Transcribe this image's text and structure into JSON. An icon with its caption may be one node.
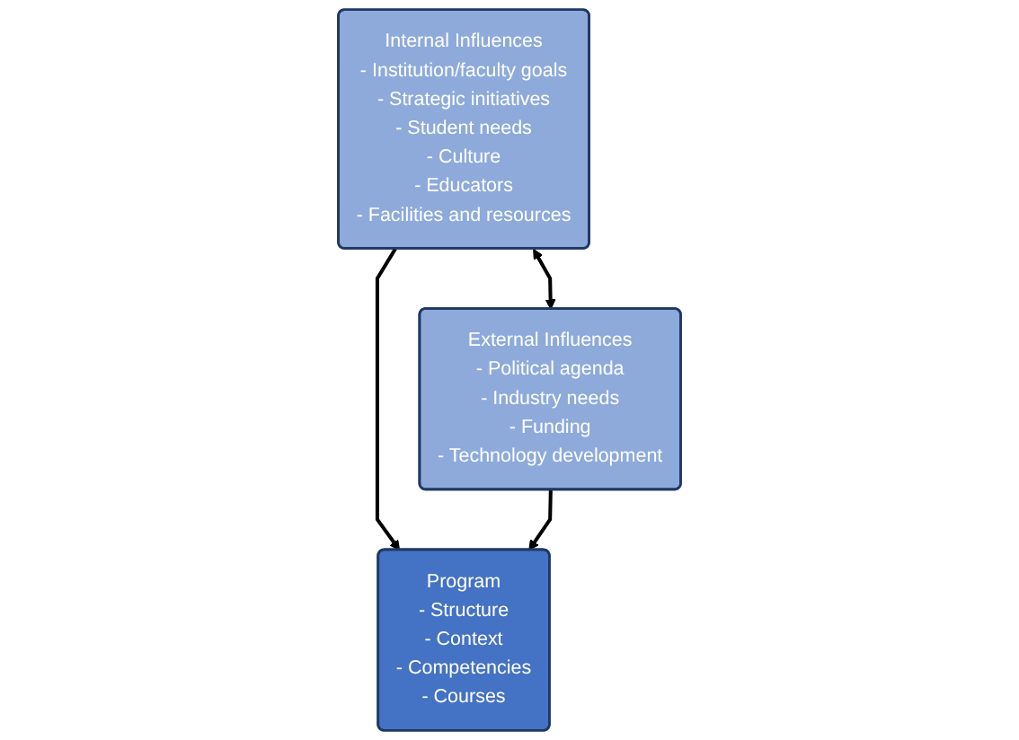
{
  "diagram": {
    "nodes": [
      {
        "text": [
          "Internal Influences",
          "- Institution/faculty goals",
          "- Strategic initiatives",
          "- Student needs",
          "- Culture",
          "- Educators",
          "- Facilities and resources"
        ]
      },
      {
        "text": [
          "External Influences",
          "- Political agenda",
          "- Industry needs",
          "- Funding",
          "- Technology development"
        ]
      },
      {
        "text": [
          "Program",
          "- Structure",
          "- Context",
          "- Competencies",
          "- Courses"
        ]
      }
    ],
    "edges": [
      {
        "from": 0,
        "to": 1,
        "arrow": "both"
      },
      {
        "from": 0,
        "to": 2,
        "arrow": "to"
      },
      {
        "from": 1,
        "to": 2,
        "arrow": "to"
      }
    ]
  }
}
